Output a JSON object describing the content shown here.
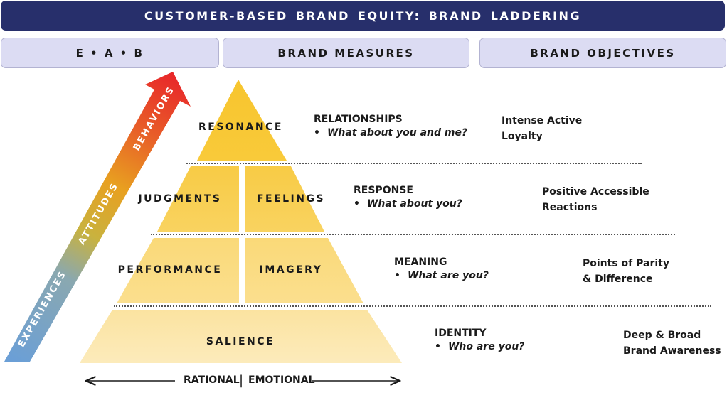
{
  "title": "CUSTOMER-BASED BRAND EQUITY:  BRAND LADDERING",
  "columns": {
    "eab": "E • A • B",
    "measures": "BRAND MEASURES",
    "objectives": "BRAND OBJECTIVES"
  },
  "arrow": {
    "experiences": "EXPERIENCES",
    "attitudes": "ATTITUDES",
    "behaviors": "BEHAVIORS"
  },
  "tiers": {
    "resonance": "RESONANCE",
    "judgments": "JUDGMENTS",
    "feelings": "FEELINGS",
    "performance": "PERFORMANCE",
    "imagery": "IMAGERY",
    "salience": "SALIENCE"
  },
  "measures": [
    {
      "title": "RELATIONSHIPS",
      "question": "What about you and me?"
    },
    {
      "title": "RESPONSE",
      "question": "What about you?"
    },
    {
      "title": "MEANING",
      "question": "What are you?"
    },
    {
      "title": "IDENTITY",
      "question": "Who are you?"
    }
  ],
  "objectives": [
    {
      "line1": "Intense Active",
      "line2": "Loyalty"
    },
    {
      "line1": "Positive Accessible",
      "line2": "Reactions"
    },
    {
      "line1": "Points of Parity",
      "line2": "& Difference"
    },
    {
      "line1": "Deep & Broad",
      "line2": "Brand Awareness"
    }
  ],
  "bullet": "•",
  "axis": {
    "rational": "RATIONAL",
    "separator": "|",
    "emotional": "EMOTIONAL"
  },
  "colors": {
    "title_bg": "#272f6b",
    "header_bg": "#dcdcf3",
    "tier_top": "#f6c028",
    "tier_bottom": "#fbe8b0",
    "arrow_start": "#6b9fd6",
    "arrow_mid": "#e8a020",
    "arrow_end": "#e8282a"
  }
}
